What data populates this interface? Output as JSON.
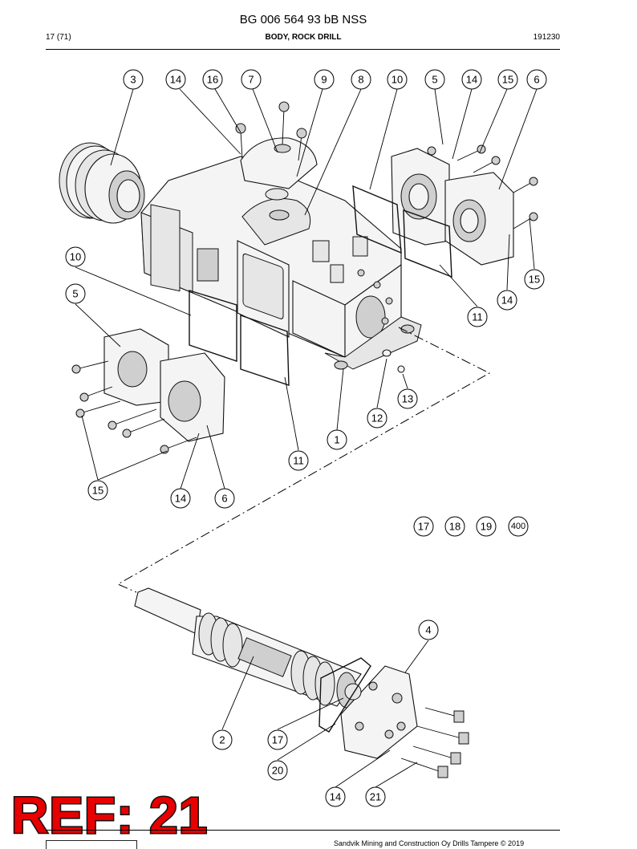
{
  "header": {
    "doc_title": "BG 006 564 93 bB NSS",
    "page": "17 (71)",
    "section": "BODY, ROCK DRILL",
    "date_code": "191230"
  },
  "stamp": {
    "text": "REF: 21"
  },
  "footer": {
    "copyright": "Sandvik Mining and Construction Oy Drills Tampere © 2019"
  },
  "callouts": [
    {
      "label": "3"
    },
    {
      "label": "14"
    },
    {
      "label": "16"
    },
    {
      "label": "7"
    },
    {
      "label": "9"
    },
    {
      "label": "8"
    },
    {
      "label": "10"
    },
    {
      "label": "5"
    },
    {
      "label": "14"
    },
    {
      "label": "15"
    },
    {
      "label": "6"
    },
    {
      "label": "10"
    },
    {
      "label": "15"
    },
    {
      "label": "14"
    },
    {
      "label": "11"
    },
    {
      "label": "5"
    },
    {
      "label": "13"
    },
    {
      "label": "12"
    },
    {
      "label": "1"
    },
    {
      "label": "11"
    },
    {
      "label": "15"
    },
    {
      "label": "14"
    },
    {
      "label": "6"
    },
    {
      "label": "17"
    },
    {
      "label": "18"
    },
    {
      "label": "19"
    },
    {
      "label": "400"
    },
    {
      "label": "4"
    },
    {
      "label": "2"
    },
    {
      "label": "17"
    },
    {
      "label": "20"
    },
    {
      "label": "14"
    },
    {
      "label": "21"
    }
  ]
}
